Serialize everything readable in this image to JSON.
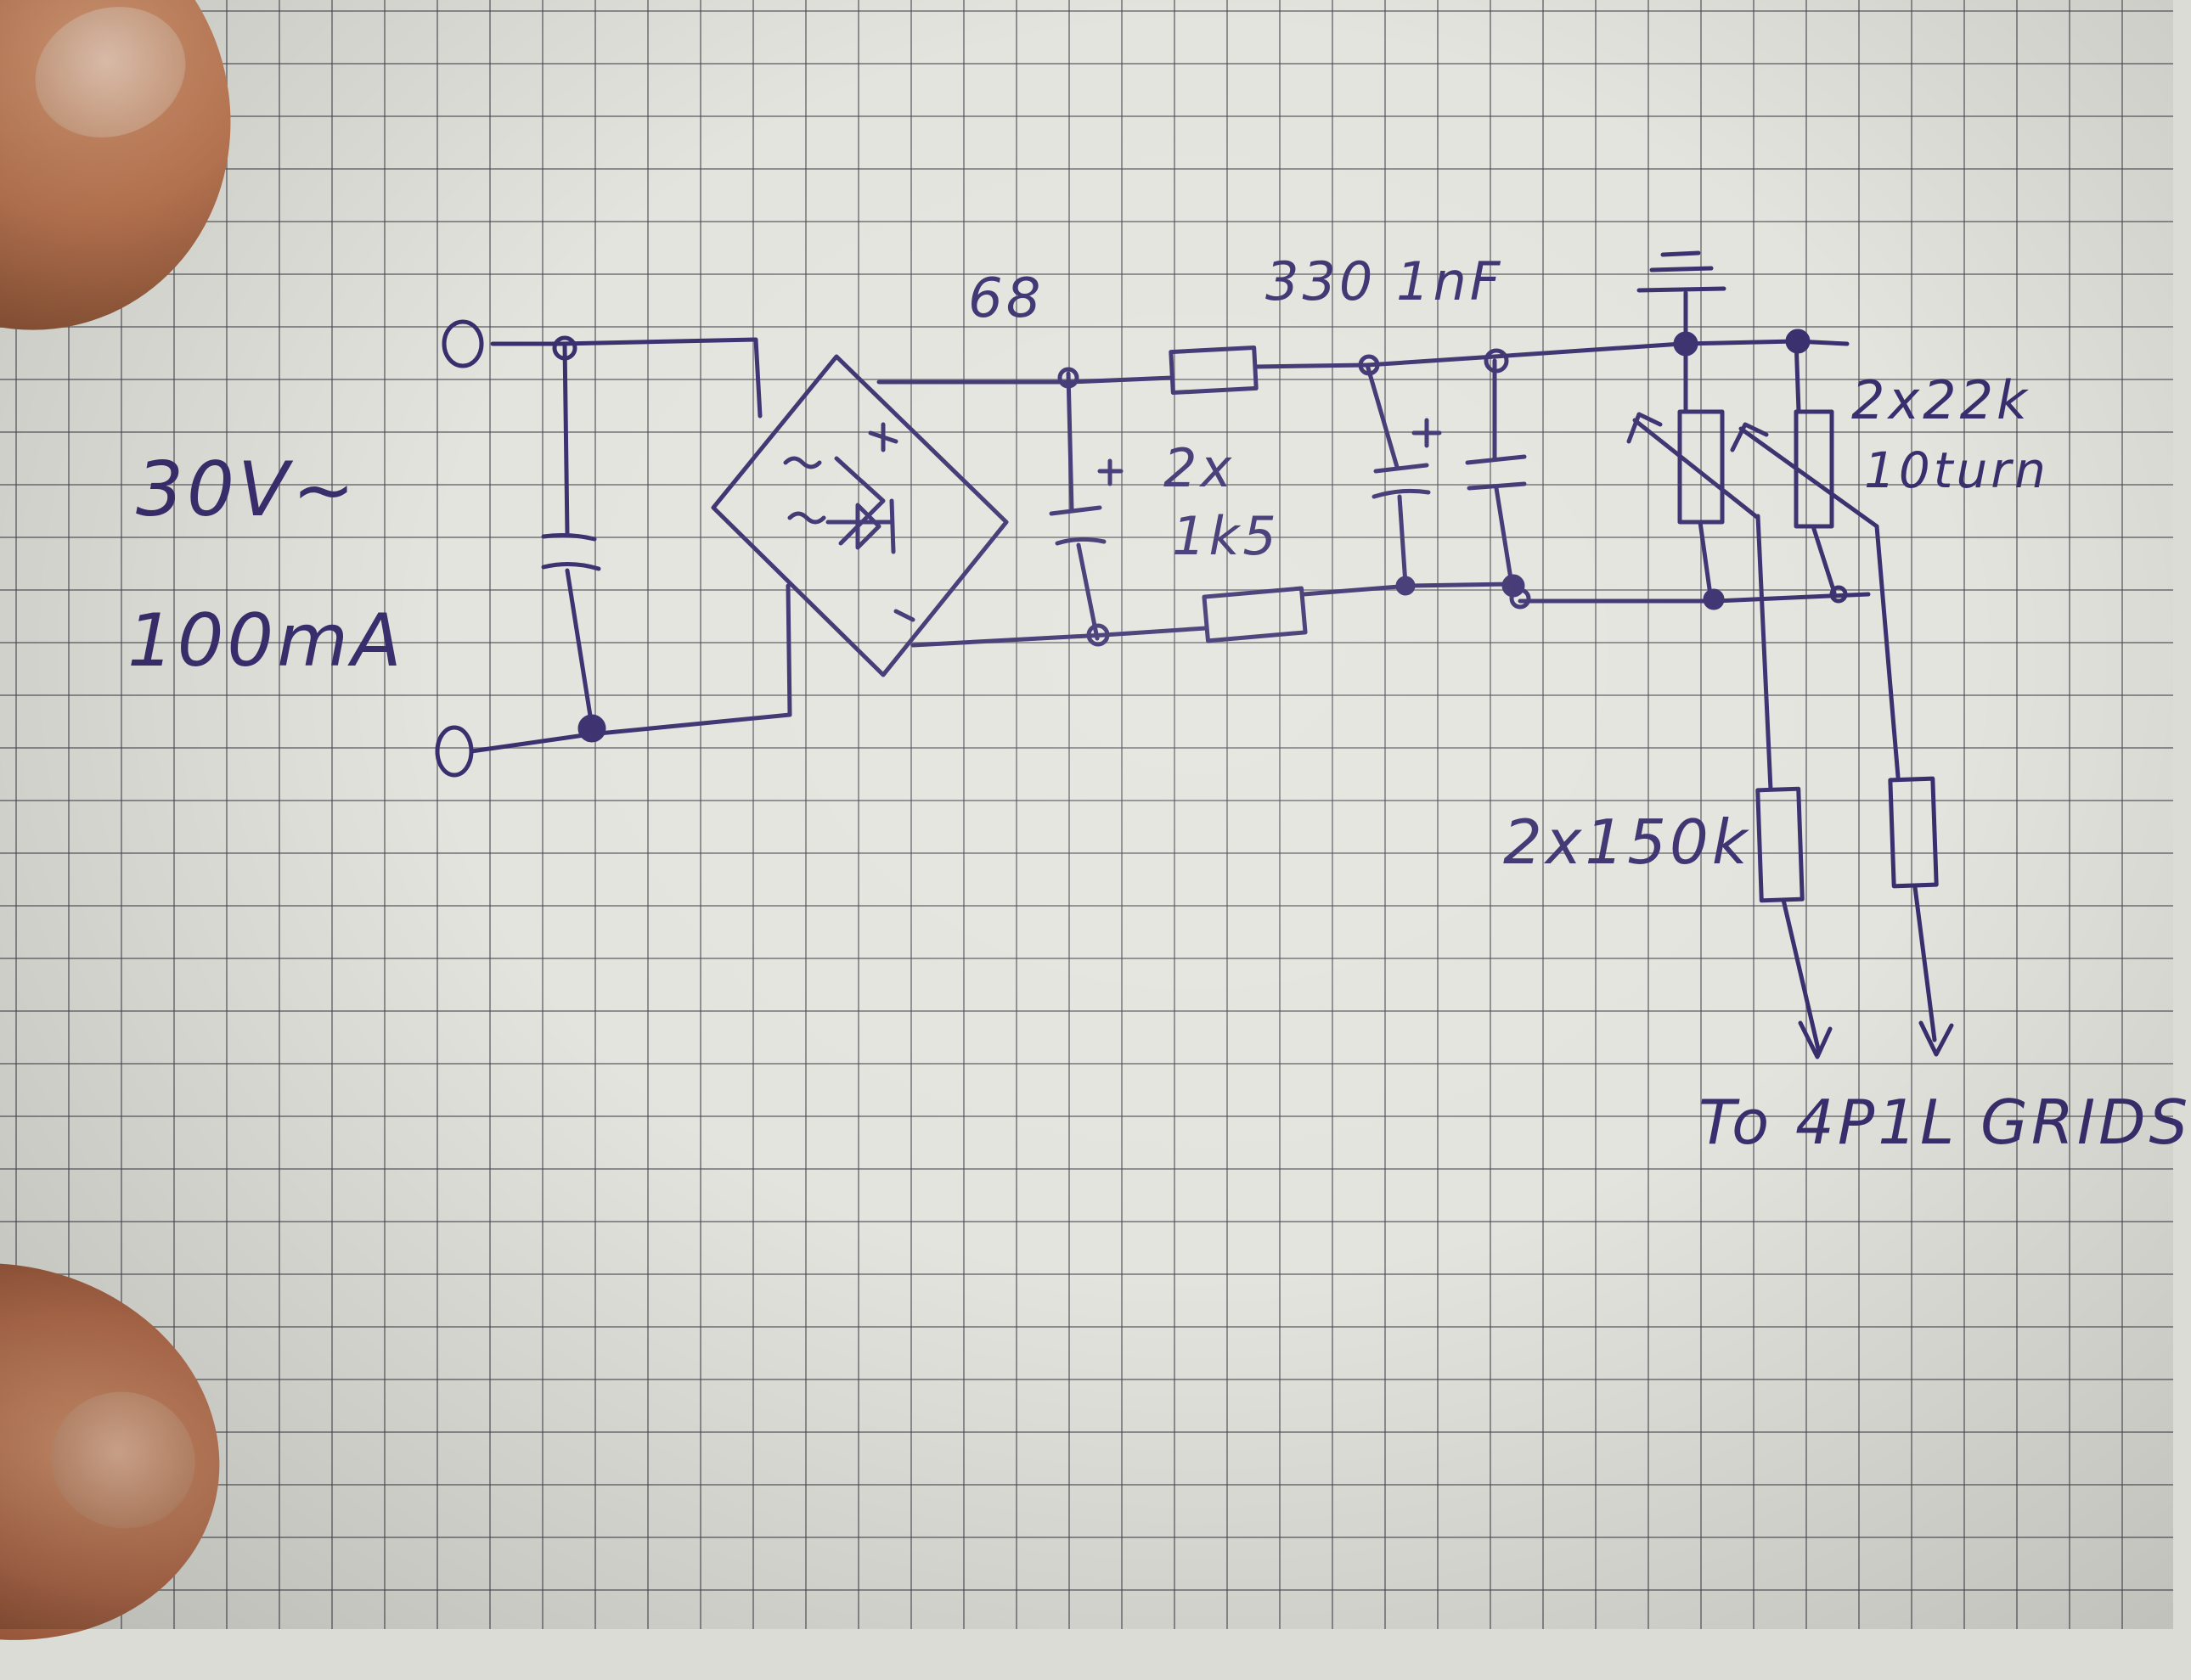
{
  "labels": {
    "supply_voltage": "30V~",
    "supply_current": "100mA",
    "r_68": "68",
    "r_330_c_1nf": "330 1nF",
    "cap_2x": "2x",
    "r_1k5": "1k5",
    "pot_2x22k": "2x22k",
    "pot_10turn": "10turn",
    "r_2x150k": "2x150k",
    "output_note": "To 4P1L GRIDS"
  },
  "colors": {
    "ink": "#3a2f6e",
    "paper": "#e4e4de",
    "grid": "#46464f"
  },
  "components": [
    {
      "type": "terminal",
      "name": "input-terminal-top"
    },
    {
      "type": "terminal",
      "name": "input-terminal-bottom"
    },
    {
      "type": "capacitor",
      "name": "input-capacitor"
    },
    {
      "type": "bridge-rectifier",
      "name": "bridge-rectifier",
      "marks": [
        "~",
        "~",
        "+",
        "-"
      ]
    },
    {
      "type": "electrolytic-capacitor",
      "name": "filter-capacitor-1"
    },
    {
      "type": "resistor",
      "name": "resistor-68"
    },
    {
      "type": "resistor",
      "name": "resistor-1k5"
    },
    {
      "type": "electrolytic-capacitor",
      "name": "filter-capacitor-2"
    },
    {
      "type": "capacitor",
      "name": "capacitor-1nf"
    },
    {
      "type": "ground",
      "name": "ground-symbol"
    },
    {
      "type": "potentiometer",
      "name": "potentiometer-22k-a"
    },
    {
      "type": "potentiometer",
      "name": "potentiometer-22k-b"
    },
    {
      "type": "resistor",
      "name": "resistor-150k-a"
    },
    {
      "type": "resistor",
      "name": "resistor-150k-b"
    },
    {
      "type": "output-arrow",
      "name": "output-arrow-a"
    },
    {
      "type": "output-arrow",
      "name": "output-arrow-b"
    }
  ]
}
